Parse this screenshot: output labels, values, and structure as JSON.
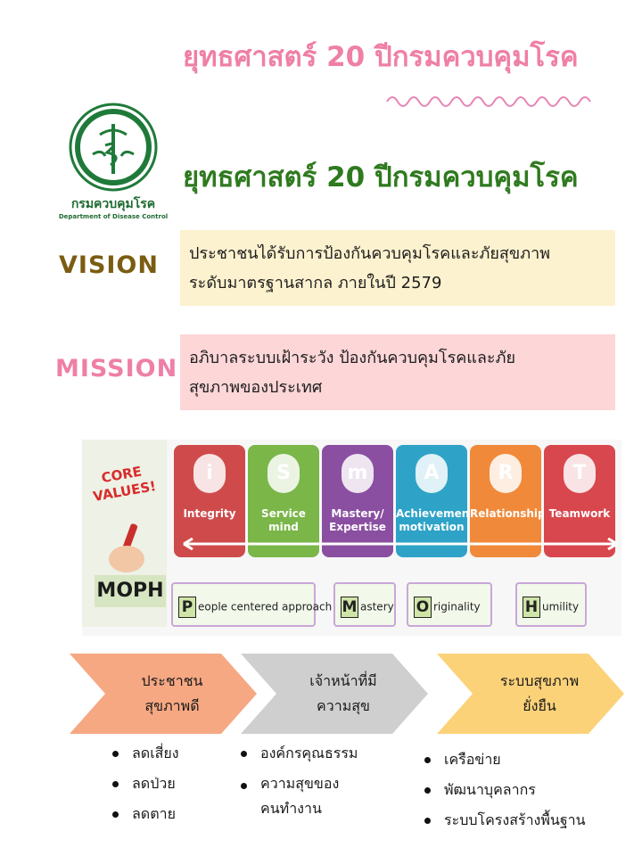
{
  "page": {
    "title_top": "ยุทธศาสตร์ 20 ปีกรมควบคุมโรค",
    "title_main": "ยุทธศาสตร์ 20 ปีกรมควบคุมโรค"
  },
  "logo": {
    "icon": "ministry-seal-icon",
    "name_th": "กรมควบคุมโรค",
    "name_en": "Department of Disease Control"
  },
  "vision": {
    "label": "VISION",
    "lines": [
      "ประชาชนได้รับการป้องกันควบคุมโรคและภัยสุขภาพ",
      "ระดับมาตรฐานสากล ภายในปี 2579"
    ]
  },
  "mission": {
    "label": "MISSION",
    "lines": [
      "อภิบาลระบบเฝ้าระวัง ป้องกันควบคุมโรคและภัย",
      "สุขภาพของประเทศ"
    ]
  },
  "core_values": {
    "badge": "CORE VALUES!",
    "org": "MOPH",
    "tiles": [
      {
        "label": "Integrity",
        "glyph": "i",
        "color": "#cf4b4b"
      },
      {
        "label": "Service mind",
        "glyph": "S",
        "color": "#7ab648"
      },
      {
        "label": "Mastery/ Expertise",
        "glyph": "m",
        "color": "#8a4fa0"
      },
      {
        "label": "Achievement motivation",
        "glyph": "A",
        "color": "#2ea3c7"
      },
      {
        "label": "Relationship",
        "glyph": "R",
        "color": "#f08a3a"
      },
      {
        "label": "Teamwork",
        "glyph": "T",
        "color": "#d8474d"
      }
    ],
    "bottom": [
      {
        "letter": "P",
        "text": "eople centered approach"
      },
      {
        "letter": "M",
        "text": "astery"
      },
      {
        "letter": "O",
        "text": "riginality"
      },
      {
        "letter": "H",
        "text": "umility"
      }
    ]
  },
  "goals": [
    {
      "lines": [
        "ประชาชน",
        "สุขภาพดี"
      ],
      "color": "#f6a883",
      "items": [
        "ลดเสี่ยง",
        "ลดป่วย",
        "ลดตาย"
      ]
    },
    {
      "lines": [
        "เจ้าหน้าที่มี",
        "ความสุข"
      ],
      "color": "#cfcfcf",
      "items": [
        "องค์กรคุณธรรม",
        "ความสุขของ คนทำงาน"
      ]
    },
    {
      "lines": [
        "ระบบสุขภาพ",
        "ยั่งยืน"
      ],
      "color": "#fcd279",
      "items": [
        "เครือข่าย",
        "พัฒนาบุคลากร",
        "ระบบโครงสร้างพื้นฐาน"
      ]
    }
  ]
}
